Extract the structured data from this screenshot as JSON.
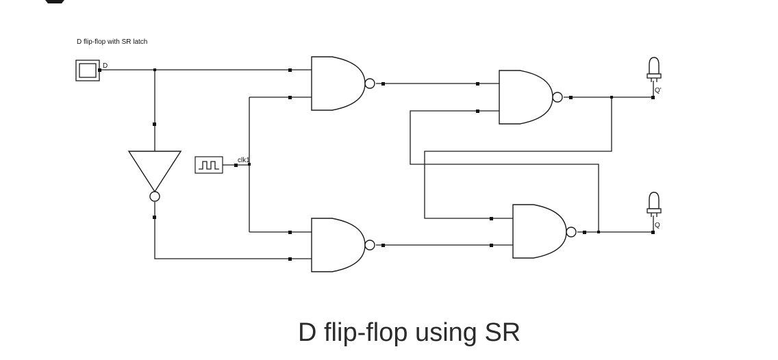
{
  "diagram": {
    "title": "D flip-flop with SR latch",
    "inputs": {
      "d_label": "D",
      "clock_label": "clk1"
    },
    "outputs": {
      "q_bar_label": "Q'",
      "q_label": "Q"
    },
    "caption": "D flip-flop using SR"
  },
  "colors": {
    "line": "#1a1a1a",
    "background": "#ffffff",
    "caption_text": "#2b2b2b"
  },
  "icons": [
    "input-switch-icon",
    "clock-source-icon",
    "led-probe-icon"
  ]
}
